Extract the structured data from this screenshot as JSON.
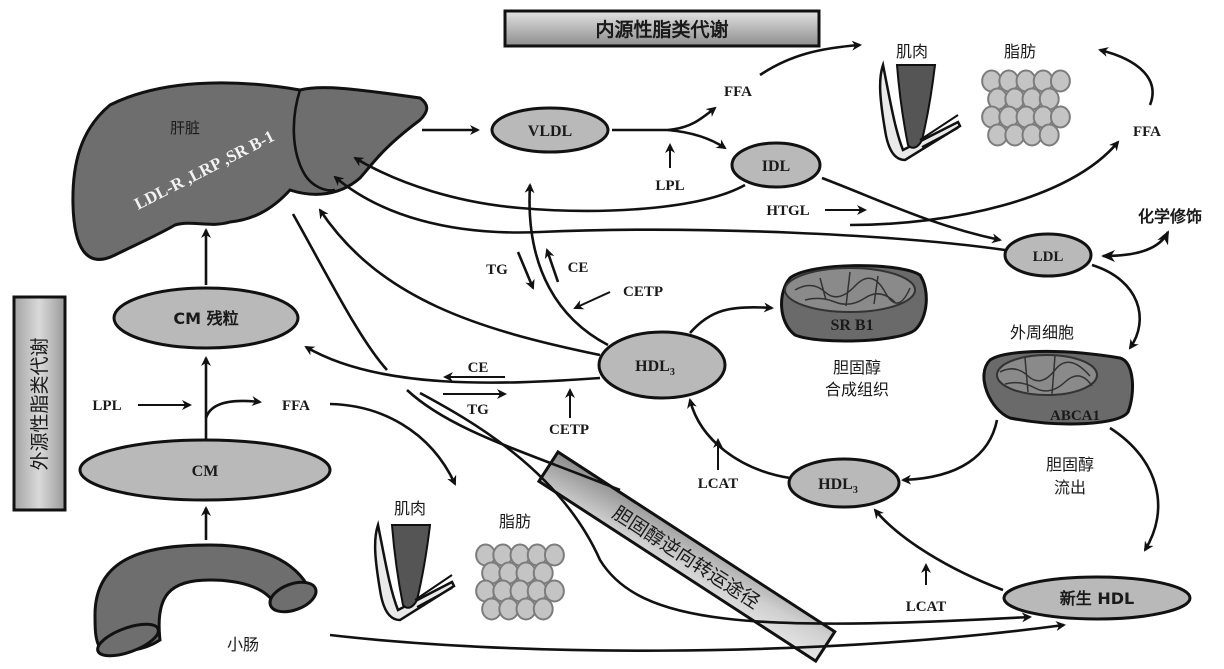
{
  "titles": {
    "endogenous": "内源性脂类代谢",
    "exogenous": "外源性脂类代谢",
    "reverse_transport": "胆固醇逆向转运途径"
  },
  "colors": {
    "node_fill": "#b9b9b9",
    "organ_fill": "#6e6e6e",
    "banner_gradient_light": "#dcdcdc",
    "banner_gradient_dark": "#8c8c8c",
    "stroke": "#111111"
  },
  "liver": {
    "name": "肝脏",
    "receptors": "LDL-R ,LRP ,SR B-1"
  },
  "nodes": {
    "vldl": "VLDL",
    "idl": "IDL",
    "ldl": "LDL",
    "cm_remnant": "CM 残粒",
    "cm": "CM",
    "hdl3_center": "HDL",
    "hdl3_center_sub": "3",
    "hdl3_lower": "HDL",
    "hdl3_lower_sub": "3",
    "nascent_hdl": "新生 HDL"
  },
  "cells": {
    "sr_b1_label": "SR B1",
    "sr_b1_caption_line1": "胆固醇",
    "sr_b1_caption_line2": "合成组织",
    "abca1_label": "ABCA1",
    "peripheral_caption": "外周细胞",
    "efflux_line1": "胆固醇",
    "efflux_line2": "流出"
  },
  "tissues": {
    "muscle_top": "肌肉",
    "fat_top": "脂肪",
    "muscle_bottom": "肌肉",
    "fat_bottom": "脂肪",
    "small_intestine": "小肠",
    "chemical_modification": "化学修饰"
  },
  "labels": {
    "ffa_top": "FFA",
    "ffa_right": "FFA",
    "ffa_left": "FFA",
    "lpl_top": "LPL",
    "lpl_left": "LPL",
    "htgl": "HTGL",
    "tg_vert": "TG",
    "ce_vert": "CE",
    "cetp_top": "CETP",
    "ce_horiz": "CE",
    "tg_horiz": "TG",
    "cetp_bottom": "CETP",
    "lcat_mid": "LCAT",
    "lcat_right": "LCAT"
  }
}
